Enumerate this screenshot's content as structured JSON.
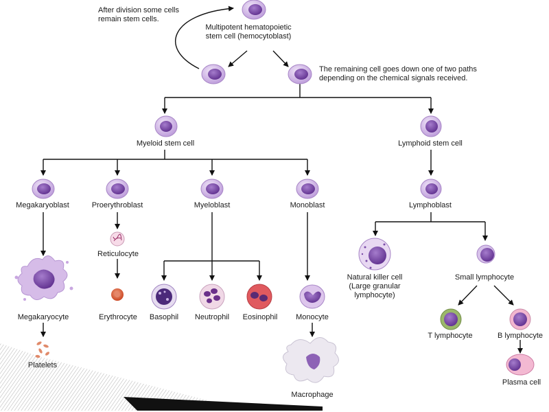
{
  "notes": {
    "stem_division": "After division some cells\nremain stem cells.",
    "two_paths": "The remaining cell goes down one of two paths\ndepending on the chemical signals received."
  },
  "cells": {
    "hemocytoblast": "Multipotent hematopoietic\nstem cell (hemocytoblast)",
    "myeloid_stem": "Myeloid stem cell",
    "lymphoid_stem": "Lymphoid stem cell",
    "megakaryoblast": "Megakaryoblast",
    "proerythroblast": "Proerythroblast",
    "myeloblast": "Myeloblast",
    "monoblast": "Monoblast",
    "lymphoblast": "Lymphoblast",
    "reticulocyte": "Reticulocyte",
    "megakaryocyte": "Megakaryocyte",
    "erythrocyte": "Erythrocyte",
    "basophil": "Basophil",
    "neutrophil": "Neutrophil",
    "eosinophil": "Eosinophil",
    "monocyte": "Monocyte",
    "nk_cell": "Natural killer cell\n(Large granular\nlymphocyte)",
    "small_lymphocyte": "Small lymphocyte",
    "t_lymphocyte": "T lymphocyte",
    "b_lymphocyte": "B lymphocyte",
    "platelets": "Platelets",
    "macrophage": "Macrophage",
    "plasma_cell": "Plasma cell"
  },
  "colors": {
    "line": "#111111",
    "stem_fill": "#d9c3ea",
    "stem_nucleus": "#8a55b5",
    "rbc": "#d9532e",
    "eosin": "#e05a5f",
    "t_cell": "#9bb86a",
    "plasma": "#e58fb8"
  }
}
